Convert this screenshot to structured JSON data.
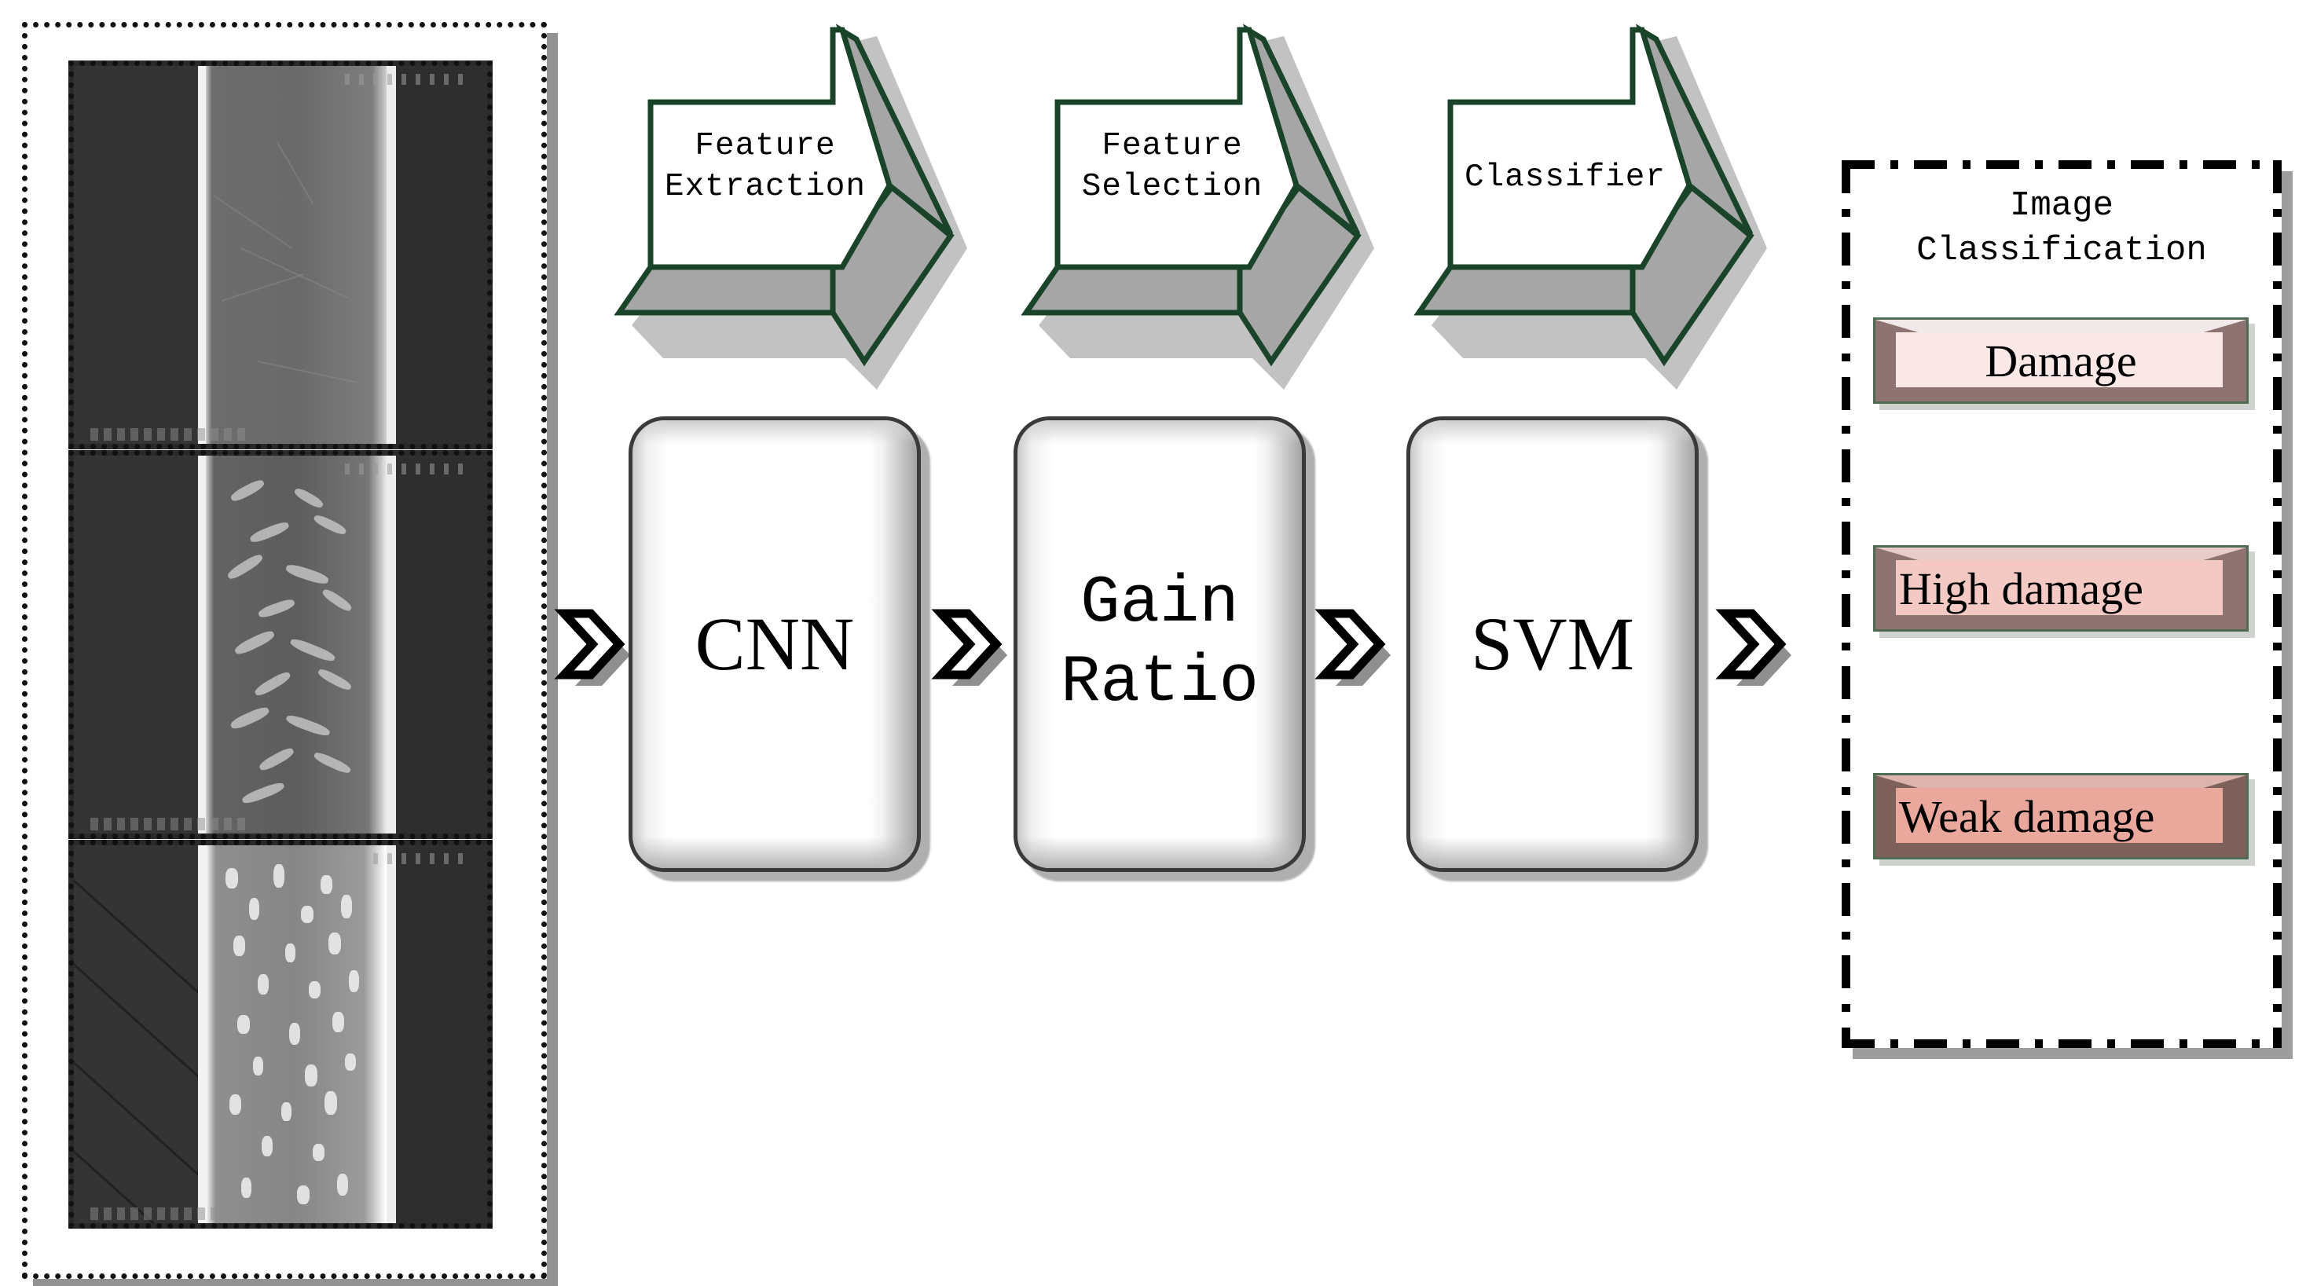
{
  "pipeline": {
    "arrows": [
      {
        "label": "Feature\nExtraction",
        "name": "feature-extraction"
      },
      {
        "label": "Feature\nSelection",
        "name": "feature-selection"
      },
      {
        "label": "Classifier",
        "name": "classifier"
      }
    ],
    "stages": [
      {
        "label": "CNN",
        "name": "cnn",
        "font": "serif"
      },
      {
        "label": "Gain\nRatio",
        "name": "gain-ratio",
        "font": "mono"
      },
      {
        "label": "SVM",
        "name": "svm",
        "font": "serif"
      }
    ],
    "connector_icon": "chevron-right-icon"
  },
  "input_panel": {
    "name": "sem-image-set",
    "images": [
      {
        "caption": "sem-fiber-image-1"
      },
      {
        "caption": "sem-fiber-image-2"
      },
      {
        "caption": "sem-fiber-image-3"
      }
    ]
  },
  "output_panel": {
    "title": "Image\nClassification",
    "classes": [
      {
        "label": "Damage",
        "face": "#f9e8e6",
        "side": "#c6a9a7",
        "bottom": "#8d7473",
        "align": "center"
      },
      {
        "label": "High damage",
        "face": "#f4c9c4",
        "side": "#d6a39e",
        "bottom": "#8d7473",
        "align": "left"
      },
      {
        "label": "Weak damage",
        "face": "#eaa79c",
        "side": "#c98b82",
        "bottom": "#7d6059",
        "align": "left"
      }
    ]
  },
  "colors": {
    "arrow_outline": "#1a4429",
    "arrow_fill_side": "#a6a6a6",
    "arrow_fill_face": "#ffffff",
    "class_border": "#4f6b53",
    "panel_border": "#111111",
    "shadow": "#8c8c8c"
  }
}
